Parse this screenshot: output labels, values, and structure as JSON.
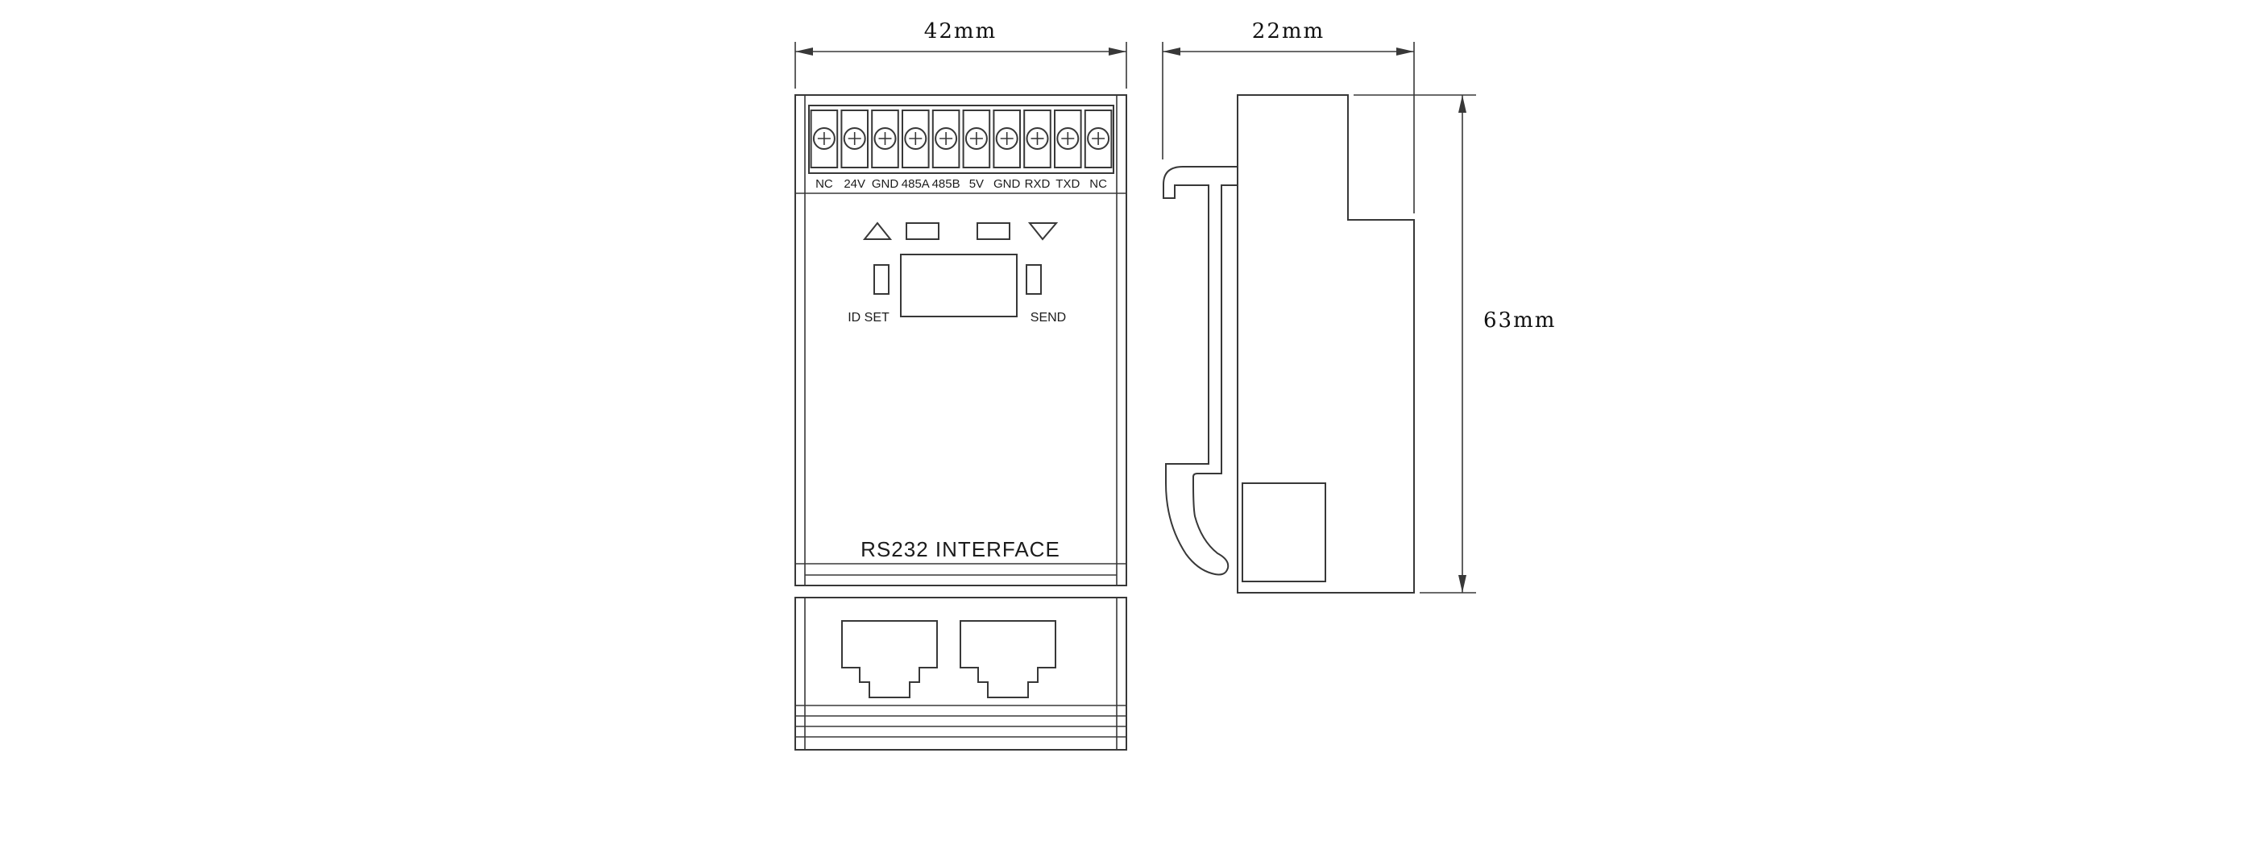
{
  "colors": {
    "line": "#383838",
    "text": "#1c1c1c",
    "background": "#ffffff"
  },
  "dimensions": {
    "front_width": "42mm",
    "side_depth": "22mm",
    "height": "63mm"
  },
  "front_view": {
    "terminal_labels": [
      "NC",
      "24V",
      "GND",
      "485A",
      "485B",
      "5V",
      "GND",
      "RXD",
      "TXD",
      "NC"
    ],
    "id_set_label": "ID SET",
    "send_label": "SEND",
    "product_label": "RS232 INTERFACE"
  }
}
